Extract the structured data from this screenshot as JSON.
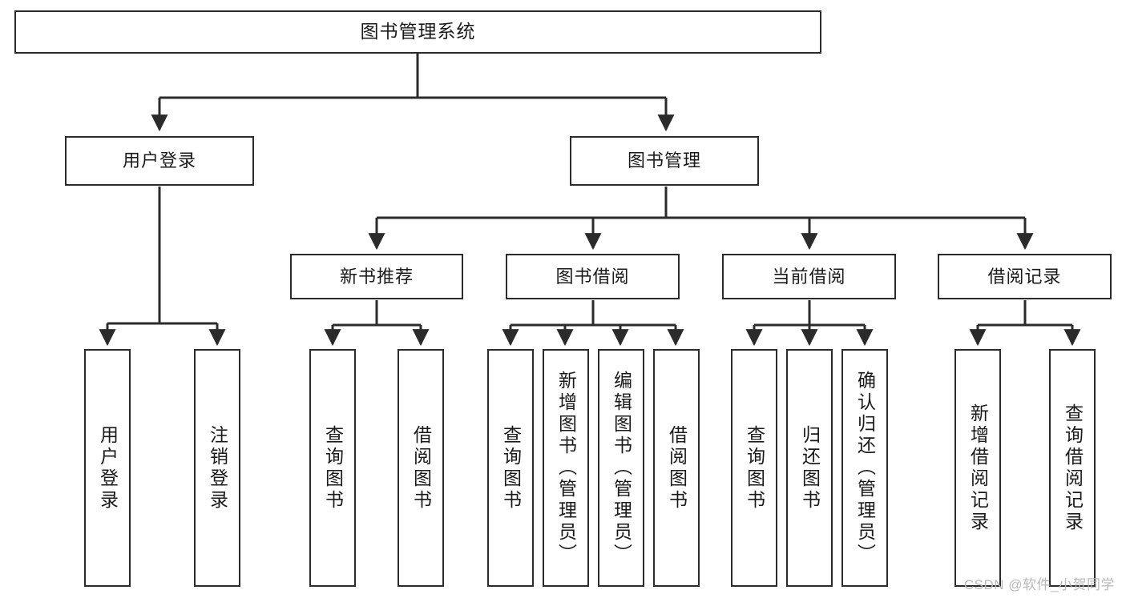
{
  "diagram": {
    "title": "图书管理系统",
    "type": "tree-hierarchy",
    "colors": {
      "box_border": "#2b2b2b",
      "box_fill": "#ffffff",
      "connector": "#2b2b2b",
      "text": "#1a1a1a",
      "watermark": "#b9b9b9"
    },
    "nodes": {
      "root": {
        "label": "图书管理系统"
      },
      "level2": [
        {
          "label": "用户登录"
        },
        {
          "label": "图书管理"
        }
      ],
      "level3": [
        {
          "label": "新书推荐"
        },
        {
          "label": "图书借阅"
        },
        {
          "label": "当前借阅"
        },
        {
          "label": "借阅记录"
        }
      ],
      "leaves": {
        "user_login": [
          {
            "label": "用户登录"
          },
          {
            "label": "注销登录"
          }
        ],
        "new_book_recommend": [
          {
            "label": "查询图书"
          },
          {
            "label": "借阅图书"
          }
        ],
        "book_borrow": [
          {
            "label": "查询图书"
          },
          {
            "label": "新增图书（管理员）"
          },
          {
            "label": "编辑图书（管理员）"
          },
          {
            "label": "借阅图书"
          }
        ],
        "current_borrow": [
          {
            "label": "查询图书"
          },
          {
            "label": "归还图书"
          },
          {
            "label": "确认归还（管理员）"
          }
        ],
        "borrow_record": [
          {
            "label": "新增借阅记录"
          },
          {
            "label": "查询借阅记录"
          }
        ]
      }
    },
    "watermark": "CSDN @软件_小贺同学"
  }
}
